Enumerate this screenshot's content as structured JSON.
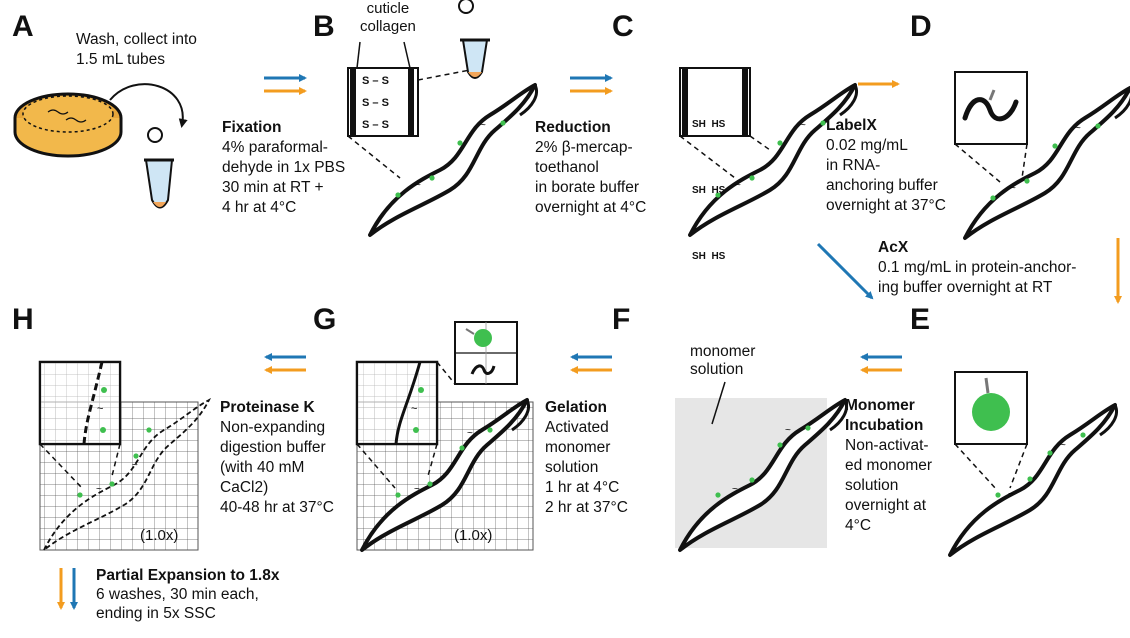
{
  "panels": {
    "A": {
      "letter": "A",
      "lines": [
        "Wash, collect into",
        "1.5 mL tubes"
      ]
    },
    "B": {
      "letter": "B",
      "inset_labels": [
        "cuticle",
        "collagen"
      ],
      "disulfide_rows": [
        "S – S",
        "S – S",
        "S – S"
      ]
    },
    "C": {
      "letter": "C",
      "thiol_rows": [
        "SH  HS",
        "SH  HS",
        "SH  HS"
      ]
    },
    "D": {
      "letter": "D"
    },
    "E": {
      "letter": "E"
    },
    "F": {
      "letter": "F"
    },
    "G": {
      "letter": "G",
      "scale": "(1.0x)"
    },
    "H": {
      "letter": "H",
      "scale": "(1.0x)"
    }
  },
  "steps": {
    "fixation": {
      "title": "Fixation",
      "lines": [
        "4% paraformal-",
        "dehyde in 1x PBS",
        "30 min at RT +",
        "4 hr at 4°C"
      ]
    },
    "reduction": {
      "title": "Reduction",
      "lines": [
        "2% β-mercap-",
        "toethanol",
        "in borate buffer",
        "overnight at 4°C"
      ]
    },
    "labelx": {
      "title": "LabelX",
      "lines": [
        "0.02 mg/mL",
        "in RNA-",
        "anchoring buffer",
        "overnight at 37°C"
      ]
    },
    "acx": {
      "title": "AcX",
      "lines": [
        "0.1 mg/mL in protein-anchor-",
        "ing buffer overnight at RT"
      ]
    },
    "monomer": {
      "title_lines": [
        "Monomer",
        "Incubation"
      ],
      "lines": [
        "Non-activat-",
        "ed monomer",
        "solution",
        "overnight at",
        "4°C"
      ]
    },
    "monomer_label": {
      "lines": [
        "monomer",
        "solution"
      ]
    },
    "gelation": {
      "title": "Gelation",
      "lines": [
        "Activated",
        "monomer",
        "solution",
        "1 hr at 4°C",
        "2 hr at 37°C"
      ]
    },
    "proteinase": {
      "title": "Proteinase K",
      "lines": [
        "Non-expanding",
        "digestion buffer",
        "(with 40 mM",
        "CaCl2)",
        "40-48 hr at 37°C"
      ]
    },
    "expansion": {
      "title": "Partial Expansion to 1.8x",
      "lines": [
        "6 washes, 30 min each,",
        "ending in 5x SSC"
      ]
    }
  },
  "colors": {
    "blue": "#1f77b4",
    "orange": "#f39c1f",
    "green": "#3fbf4f",
    "dish": "#f2b84b",
    "gel": "#e6e6e6",
    "tube_tip": "#f2a65a"
  }
}
